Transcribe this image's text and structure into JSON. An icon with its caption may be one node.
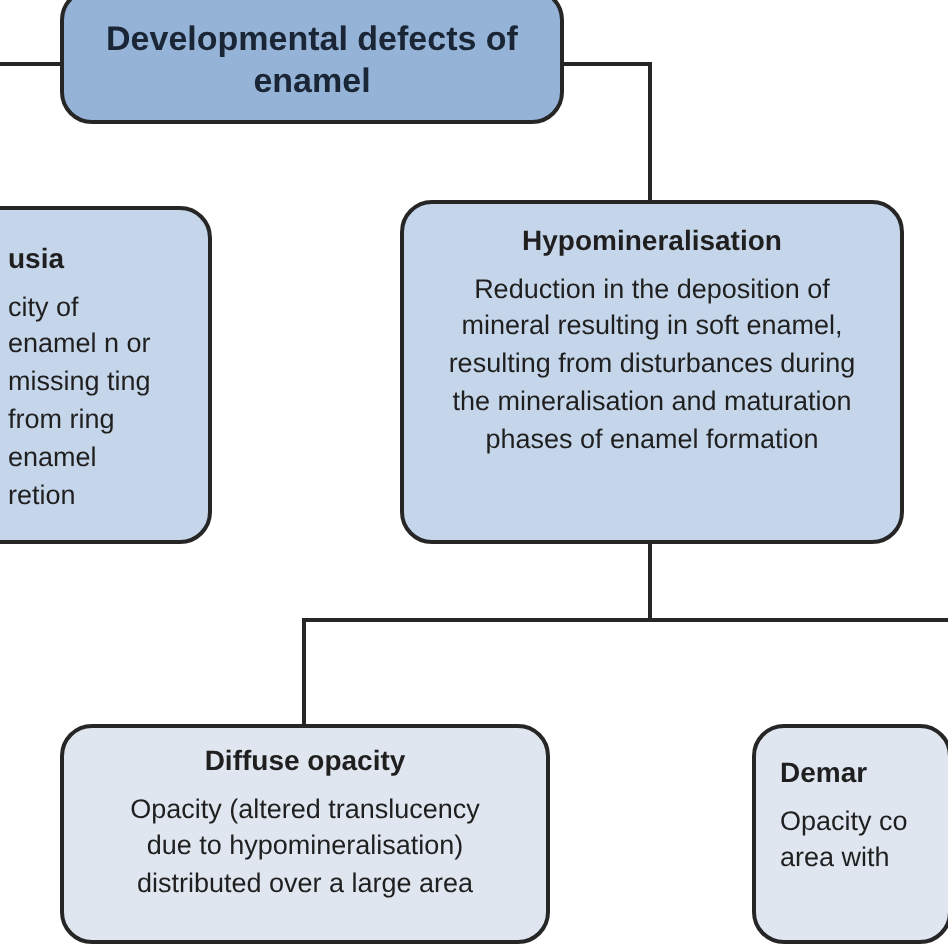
{
  "diagram": {
    "nodes": [
      {
        "text": [
          "Developmental defects of enamel"
        ]
      },
      {
        "text": [
          "usia",
          "city of enamel n or missing ting from ring enamel retion"
        ]
      },
      {
        "text": [
          "Hypomineralisation",
          "Reduction in the deposition of mineral resulting in soft enamel, resulting from disturbances during the mineralisation and maturation phases of enamel formation"
        ]
      },
      {
        "text": [
          "Diffuse opacity",
          "Opacity (altered translucency due to hypomineralisation) distributed over a large area"
        ]
      },
      {
        "text": [
          "Demar",
          "Opacity co area with"
        ]
      }
    ],
    "edges": [
      {
        "from": 0,
        "to": 1,
        "arrow": "none"
      },
      {
        "from": 0,
        "to": 2,
        "arrow": "none"
      },
      {
        "from": 2,
        "to": 3,
        "arrow": "none"
      },
      {
        "from": 2,
        "to": 4,
        "arrow": "none"
      }
    ]
  }
}
